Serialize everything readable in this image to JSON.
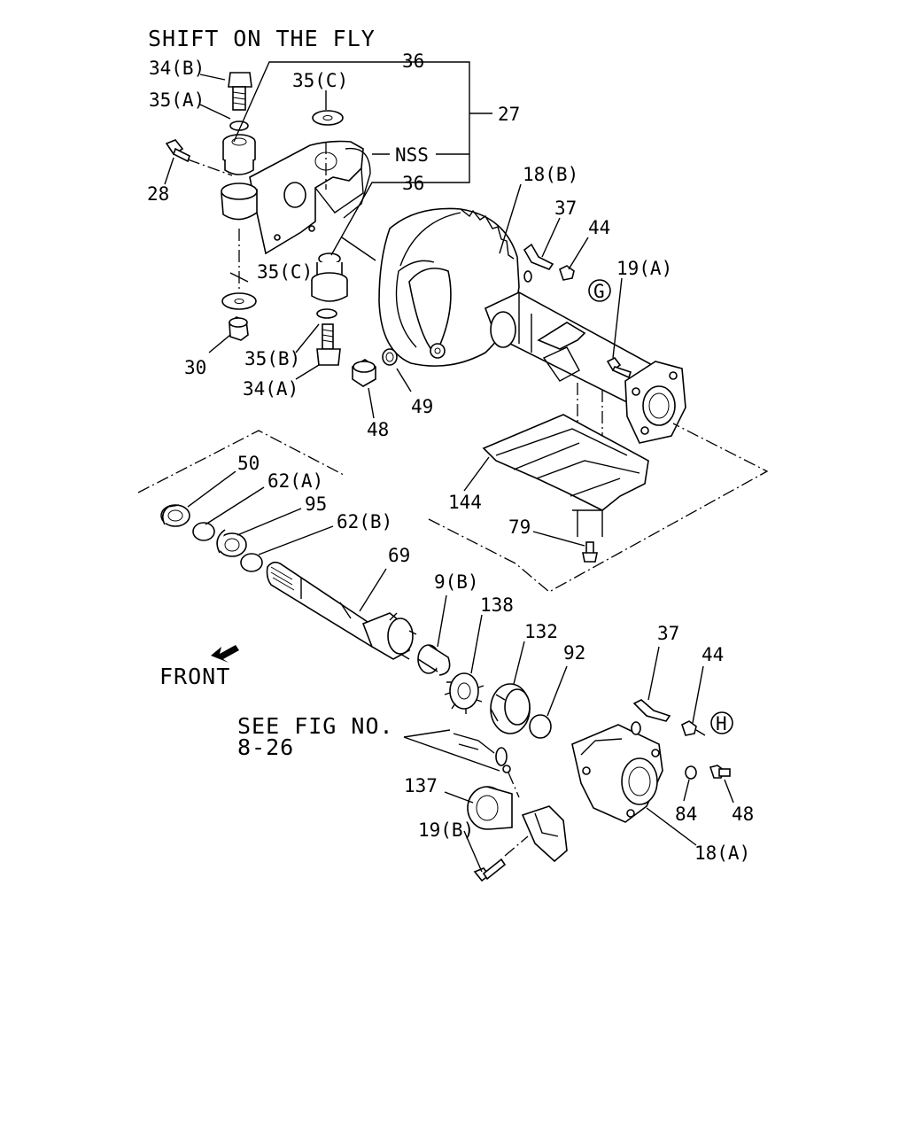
{
  "title": "SHIFT ON THE FLY",
  "front_label": "FRONT",
  "see_fig": {
    "line1": "SEE FIG NO.",
    "line2": "8-26"
  },
  "callouts": {
    "c36a": "36",
    "c34b": "34(B)",
    "c35a": "35(A)",
    "c35c_top": "35(C)",
    "c27": "27",
    "cNSS": "NSS",
    "c28": "28",
    "c36b": "36",
    "c18b": "18(B)",
    "c37_top": "37",
    "c44_top": "44",
    "c19a": "19(A)",
    "cG": "G",
    "c35c_low": "35(C)",
    "c30": "30",
    "c35b": "35(B)",
    "c34a": "34(A)",
    "c49": "49",
    "c48_top": "48",
    "c50": "50",
    "c62a": "62(A)",
    "c95": "95",
    "c62b": "62(B)",
    "c144": "144",
    "c79": "79",
    "c69": "69",
    "c9b": "9(B)",
    "c138": "138",
    "c132": "132",
    "c37_low": "37",
    "c92": "92",
    "c44_low": "44",
    "cH": "H",
    "c137": "137",
    "c19b": "19(B)",
    "c84": "84",
    "c48_low": "48",
    "c18a": "18(A)"
  }
}
